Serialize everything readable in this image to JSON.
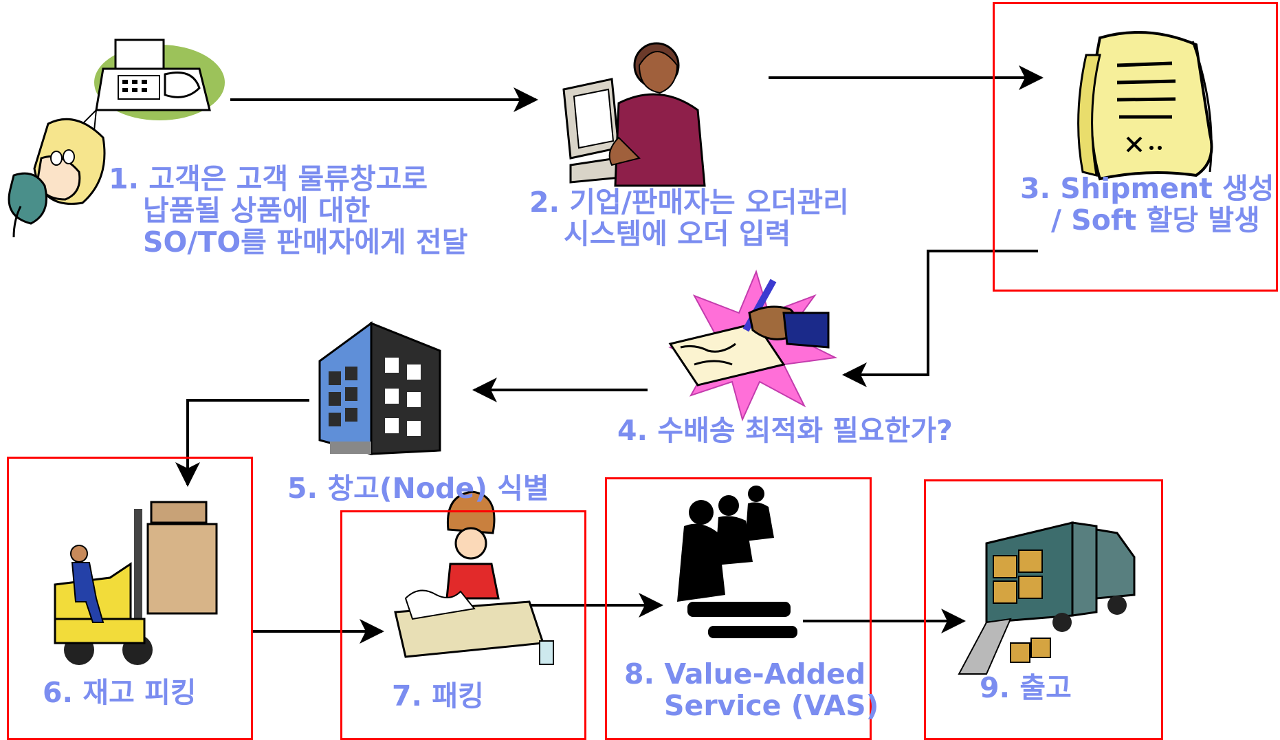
{
  "steps": {
    "s1": {
      "lines": [
        "1. 고객은 고객 물류창고로",
        "납품될 상품에 대한",
        "SO/TO를 판매자에게 전달"
      ]
    },
    "s2": {
      "lines": [
        "2. 기업/판매자는 오더관리",
        "시스템에 오더 입력"
      ]
    },
    "s3": {
      "lines": [
        "3. Shipment 생성",
        "/ Soft 할당 발생"
      ]
    },
    "s4": {
      "lines": [
        "4. 수배송 최적화 필요한가?"
      ]
    },
    "s5": {
      "lines": [
        "5. 창고(Node) 식별"
      ]
    },
    "s6": {
      "lines": [
        "6. 재고 피킹"
      ]
    },
    "s7": {
      "lines": [
        "7.  패킹"
      ]
    },
    "s8": {
      "lines": [
        "8.  Value-Added",
        "Service (VAS)"
      ]
    },
    "s9": {
      "lines": [
        "9. 출고"
      ]
    }
  },
  "colors": {
    "label": "#7b8df0",
    "highlight": "#ff0000",
    "arrow": "#000000"
  },
  "icons": [
    "fax-phone-icon",
    "operator-at-computer-icon",
    "document-list-icon",
    "signing-contract-icon",
    "warehouse-building-icon",
    "forklift-icon",
    "packing-person-icon",
    "assembly-workers-icon",
    "delivery-truck-icon"
  ]
}
